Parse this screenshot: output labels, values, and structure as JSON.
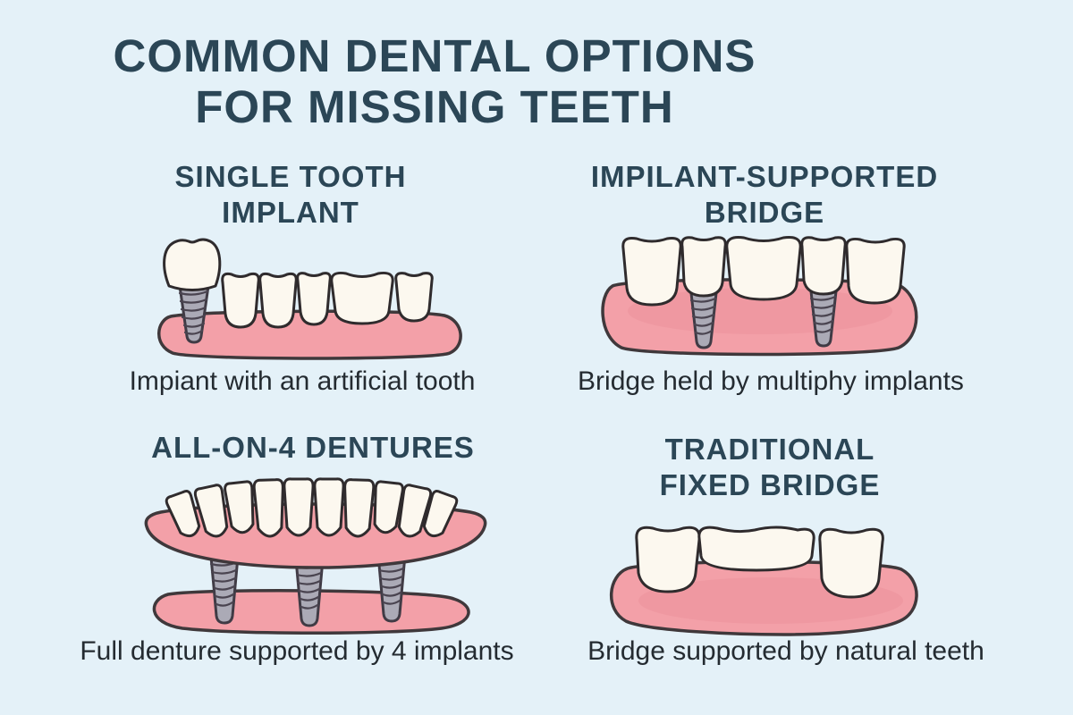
{
  "title": {
    "line1": "COMMON DENTAL OPTIONS",
    "line2": "FOR MISSING TEETH"
  },
  "options": [
    {
      "name": "single-tooth-implant",
      "heading_line1": "SINGLE TOOTH",
      "heading_line2": "IMPLANT",
      "caption": "Impiant with an artificial tooth"
    },
    {
      "name": "implant-supported-bridge",
      "heading_line1": "IMPILANT-SUPPORTED",
      "heading_line2": "BRIDGE",
      "caption": "Bridge held by multiphy implants"
    },
    {
      "name": "all-on-4-dentures",
      "heading_line1": "ALL-ON-4 DENTURES",
      "heading_line2": "",
      "caption": "Full denture supported by 4 implants"
    },
    {
      "name": "traditional-fixed-bridge",
      "heading_line1": "TRADITIONAL",
      "heading_line2": "FIXED BRIDGE",
      "caption": "Bridge supported by natural teeth"
    }
  ],
  "colors": {
    "background": "#e4f1f8",
    "heading_text": "#2b4656",
    "caption_text": "#242b31",
    "gum_pink": "#f3a0a8",
    "gum_shade": "#ec8f99",
    "tooth_white": "#fcf8ef",
    "outline_dark": "#3f383b",
    "implant_screw_gray": "#abaab6"
  }
}
